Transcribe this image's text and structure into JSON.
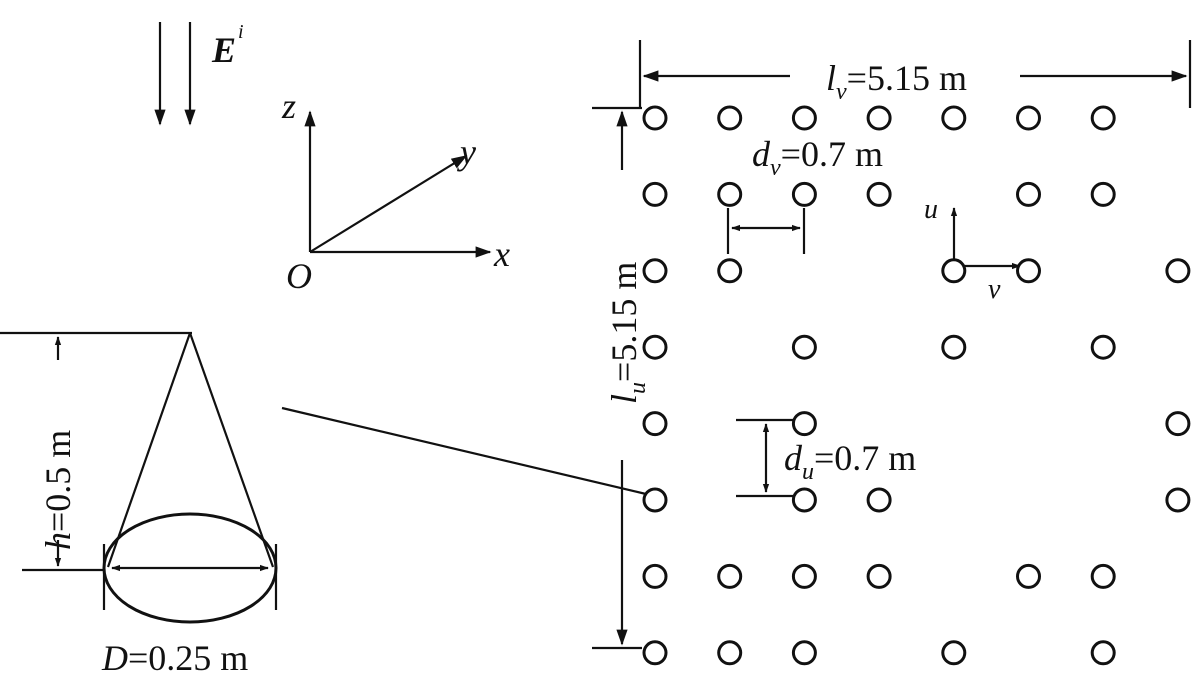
{
  "incident_field": {
    "symbol": "E",
    "superscript": "i"
  },
  "axes": {
    "z": "z",
    "y": "y",
    "x": "x",
    "origin": "O"
  },
  "lattice_axes": {
    "u": "u",
    "v": "v"
  },
  "cone": {
    "height_var": "h",
    "height_value": "=0.5 m",
    "diameter_var": "D",
    "diameter_value": "=0.25 m"
  },
  "dimensions": {
    "lv_var": "l",
    "lv_sub": "v",
    "lv_value": "=5.15 m",
    "lu_var": "l",
    "lu_sub": "u",
    "lu_value": "=5.15 m",
    "dv_var": "d",
    "dv_sub": "v",
    "dv_value": "=0.7 m",
    "du_var": "d",
    "du_sub": "u",
    "du_value": "=0.7 m"
  },
  "array": {
    "rows": 8,
    "cols": 8,
    "present": [
      [
        1,
        1,
        1,
        1,
        1,
        1,
        1,
        0
      ],
      [
        1,
        1,
        1,
        1,
        0,
        1,
        1,
        0
      ],
      [
        1,
        1,
        0,
        0,
        1,
        1,
        0,
        1
      ],
      [
        1,
        0,
        1,
        0,
        1,
        0,
        1,
        0
      ],
      [
        1,
        0,
        1,
        0,
        0,
        0,
        0,
        1
      ],
      [
        1,
        0,
        1,
        1,
        0,
        0,
        0,
        1
      ],
      [
        1,
        1,
        1,
        1,
        0,
        1,
        1,
        0
      ],
      [
        1,
        1,
        1,
        0,
        1,
        0,
        1,
        0
      ]
    ]
  }
}
